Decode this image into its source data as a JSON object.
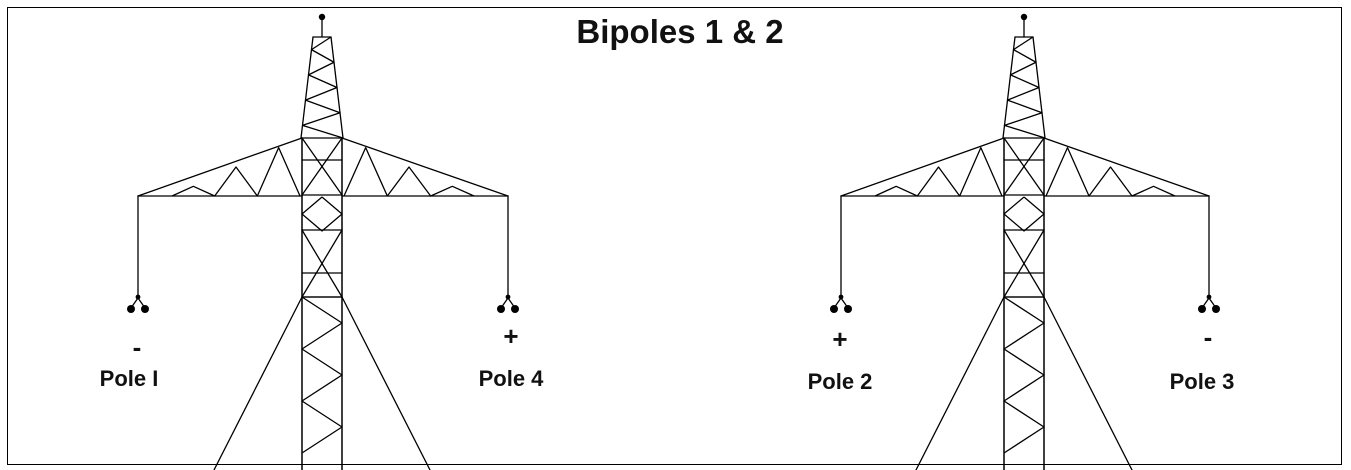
{
  "title": "Bipoles 1 & 2",
  "towers": [
    {
      "name": "tower-left",
      "conductors": [
        {
          "sign": "-",
          "label": "Pole I",
          "side": "left"
        },
        {
          "sign": "+",
          "label": "Pole 4",
          "side": "right"
        }
      ]
    },
    {
      "name": "tower-right",
      "conductors": [
        {
          "sign": "+",
          "label": "Pole 2",
          "side": "left"
        },
        {
          "sign": "-",
          "label": "Pole 3",
          "side": "right"
        }
      ]
    }
  ],
  "colors": {
    "line": "#000000",
    "background": "#ffffff"
  }
}
